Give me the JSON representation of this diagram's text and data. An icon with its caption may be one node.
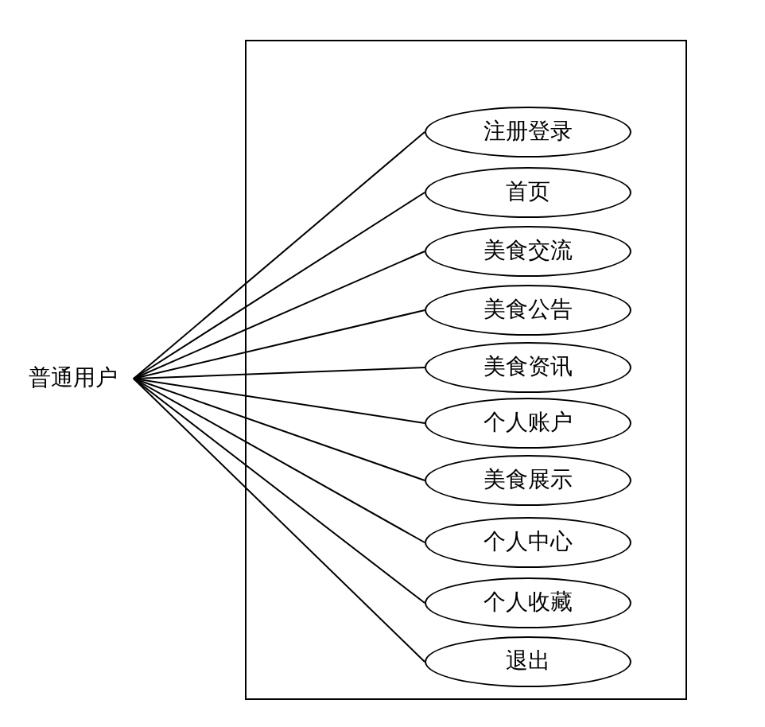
{
  "diagram": {
    "nodes": [
      {
        "text": [
          "普通用户"
        ]
      },
      {
        "text": [],
        "shape": "box"
      },
      {
        "text": [
          "注册登录"
        ],
        "in": 1
      },
      {
        "text": [
          "首页"
        ],
        "in": 1
      },
      {
        "text": [
          "美食交流"
        ],
        "in": 1
      },
      {
        "text": [
          "美食公告"
        ],
        "in": 1
      },
      {
        "text": [
          "美食资讯"
        ],
        "in": 1
      },
      {
        "text": [
          "个人账户"
        ],
        "in": 1
      },
      {
        "text": [
          "美食展示"
        ],
        "in": 1
      },
      {
        "text": [
          "个人中心"
        ],
        "in": 1
      },
      {
        "text": [
          "个人收藏"
        ],
        "in": 1
      },
      {
        "text": [
          "退出"
        ],
        "in": 1
      }
    ],
    "edges": [
      {
        "from": 0,
        "to": 2,
        "arrow": "none"
      },
      {
        "from": 0,
        "to": 3,
        "arrow": "none"
      },
      {
        "from": 0,
        "to": 4,
        "arrow": "none"
      },
      {
        "from": 0,
        "to": 5,
        "arrow": "none"
      },
      {
        "from": 0,
        "to": 6,
        "arrow": "none"
      },
      {
        "from": 0,
        "to": 7,
        "arrow": "none"
      },
      {
        "from": 0,
        "to": 8,
        "arrow": "none"
      },
      {
        "from": 0,
        "to": 9,
        "arrow": "none"
      },
      {
        "from": 0,
        "to": 10,
        "arrow": "none"
      },
      {
        "from": 0,
        "to": 11,
        "arrow": "none"
      }
    ]
  }
}
